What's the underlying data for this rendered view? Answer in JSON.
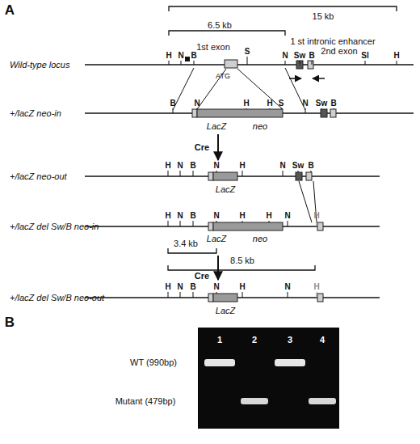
{
  "diagram": {
    "labels": [
      "A",
      "15 kb",
      "6.5 kb",
      "1 st intronic enhancer",
      "H",
      "N",
      "B",
      "1st exon",
      "S",
      "N",
      "Sw",
      "B",
      "2nd exon",
      "Sl",
      "H",
      "Wild-type locus",
      "ATG",
      "+/lacZ neo-in",
      "B",
      "N",
      "H",
      "H",
      "S",
      "N",
      "Sw",
      "B",
      "LacZ",
      "neo",
      "+/lacZ neo-out",
      "Cre",
      "H",
      "N",
      "B",
      "N",
      "H",
      "N",
      "Sw",
      "B",
      "LacZ",
      "+/lacZ del Sw/B neo-in",
      "H",
      "N",
      "B",
      "N",
      "H",
      "H",
      "N",
      "H",
      "LacZ",
      "neo",
      "3.4 kb",
      "8.5 kb",
      "Cre",
      "+/lacZ del Sw/B neo-out",
      "H",
      "N",
      "B",
      "N",
      "H",
      "N",
      "H",
      "LacZ",
      "B",
      "1",
      "2",
      "3",
      "4",
      "WT (990bp)",
      "Mutant (479bp)"
    ]
  }
}
